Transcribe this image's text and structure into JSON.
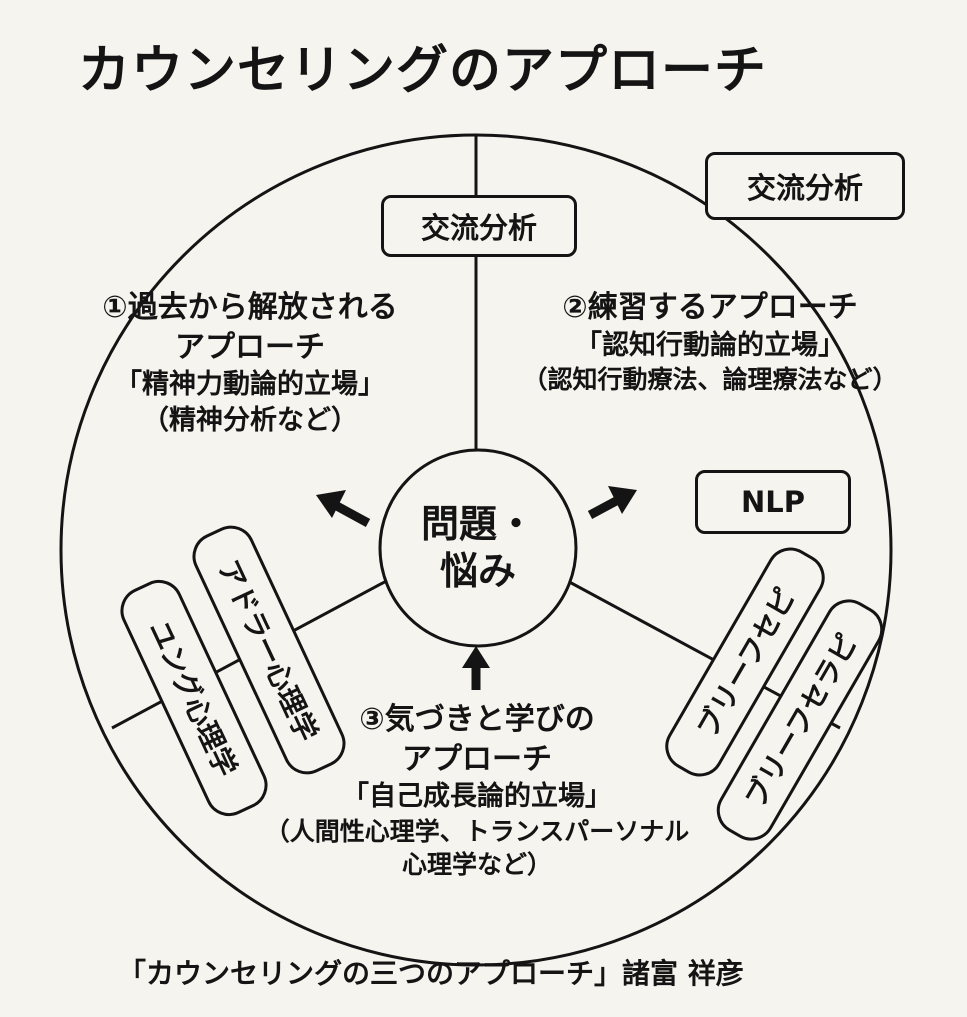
{
  "title": "カウンセリングのアプローチ",
  "center": {
    "line1": "問題・",
    "line2": "悩み"
  },
  "boxes": {
    "top_center": "交流分析",
    "top_right": "交流分析",
    "right": "NLP",
    "left_inner": "アドラー心理学",
    "left_outer": "ユング心理学",
    "right_inner": "ブリーフセピ",
    "right_outer": "ブリーフセラピ"
  },
  "approaches": {
    "first": {
      "line1": "①過去から解放される",
      "line2": "アプローチ",
      "line3": "「精神力動論的立場」",
      "line4": "（精神分析など）"
    },
    "second": {
      "line1": "②練習するアプローチ",
      "line2": "「認知行動論的立場」",
      "line3": "（認知行動療法、論理療法など）"
    },
    "third": {
      "line1": "③気づきと学びの",
      "line2": "アプローチ",
      "line3": "「自己成長論的立場」",
      "line4": "（人間性心理学、トランスパーソナル",
      "line5": "心理学など）"
    }
  },
  "caption": "「カウンセリングの三つのアプローチ」諸富 祥彦"
}
